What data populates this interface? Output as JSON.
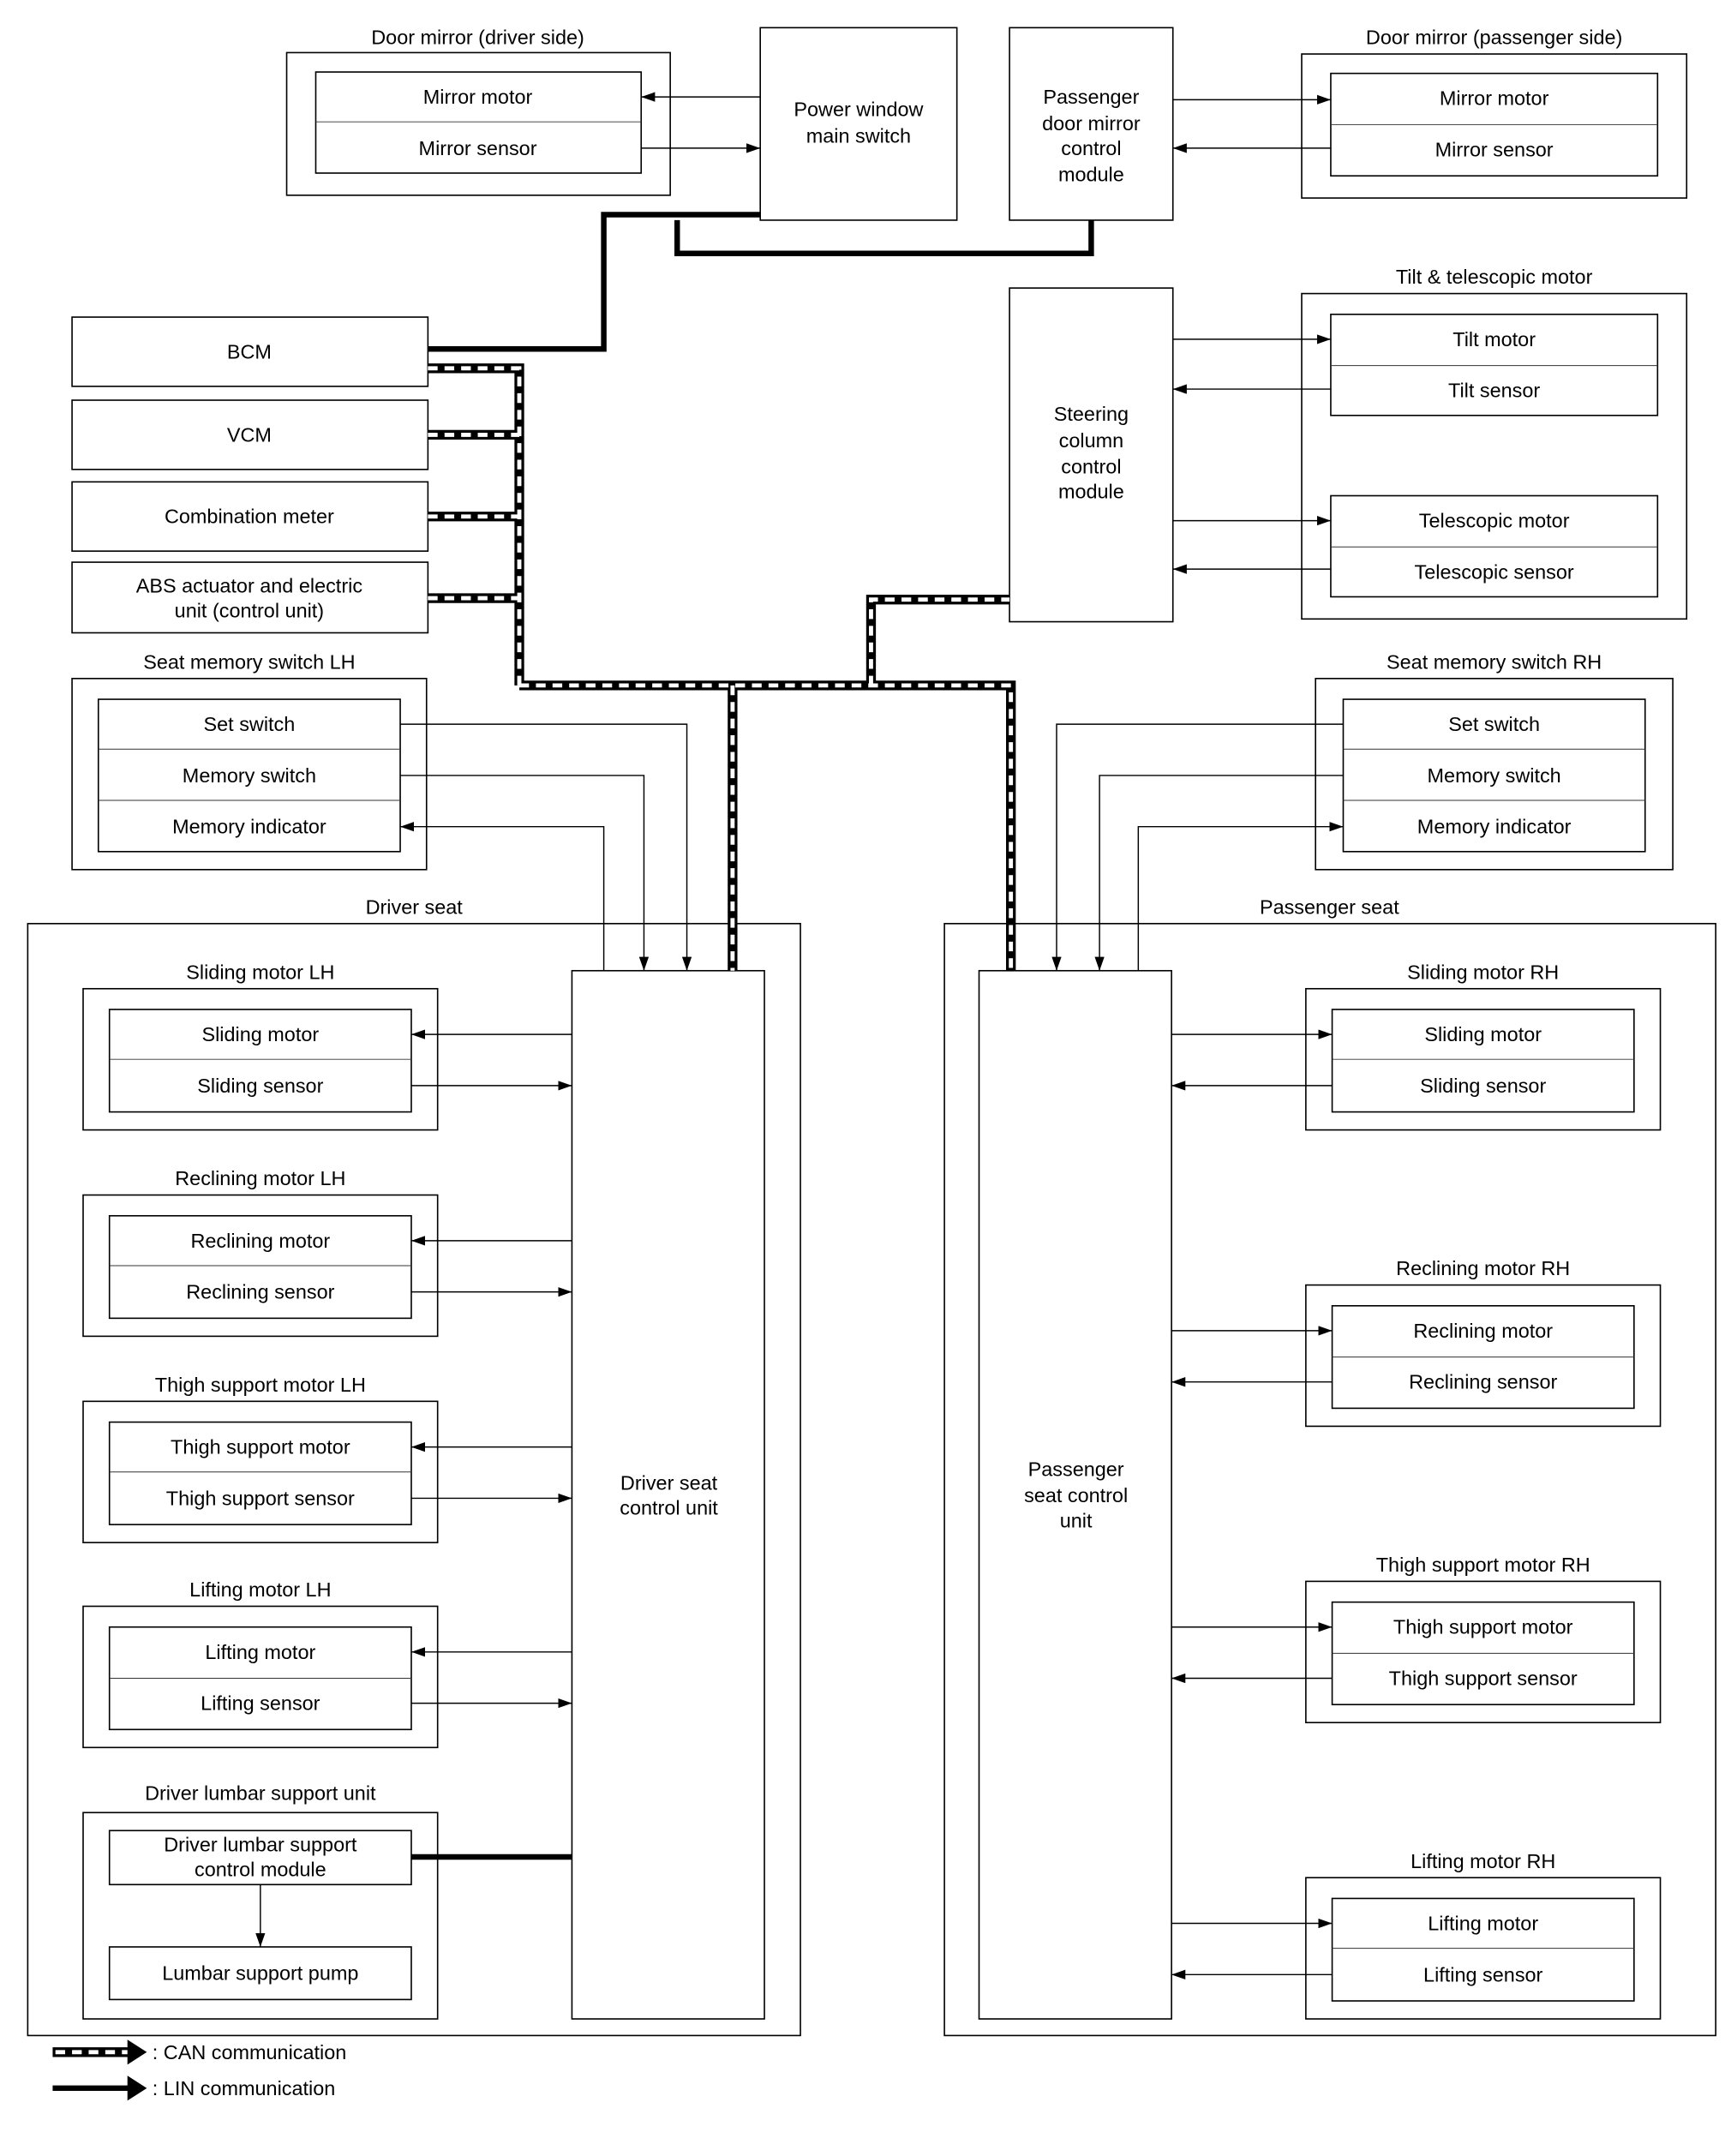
{
  "door_mirror_driver": {
    "title": "Door mirror (driver side)",
    "motor": "Mirror motor",
    "sensor": "Mirror sensor"
  },
  "power_window_switch": {
    "lines": [
      "Power window",
      "main switch"
    ]
  },
  "passenger_door_mirror_module": {
    "lines": [
      "Passenger",
      "door mirror",
      "control",
      "module"
    ]
  },
  "door_mirror_passenger": {
    "title": "Door mirror (passenger side)",
    "motor": "Mirror motor",
    "sensor": "Mirror sensor"
  },
  "control_units": {
    "bcm": "BCM",
    "vcm": "VCM",
    "combination_meter": "Combination meter",
    "abs_lines": [
      "ABS actuator and electric",
      "unit (control unit)"
    ]
  },
  "steering_column_module": {
    "lines": [
      "Steering",
      "column",
      "control",
      "module"
    ]
  },
  "tilt_telescopic_motor": {
    "title": "Tilt & telescopic motor",
    "tilt_motor": "Tilt motor",
    "tilt_sensor": "Tilt sensor",
    "telescopic_motor": "Telescopic motor",
    "telescopic_sensor": "Telescopic sensor"
  },
  "seat_memory_switch_lh": {
    "title": "Seat memory switch LH",
    "set_switch": "Set switch",
    "memory_switch": "Memory switch",
    "memory_indicator": "Memory indicator"
  },
  "seat_memory_switch_rh": {
    "title": "Seat memory switch RH",
    "set_switch": "Set switch",
    "memory_switch": "Memory switch",
    "memory_indicator": "Memory indicator"
  },
  "driver_seat": {
    "title": "Driver seat",
    "control_unit_lines": [
      "Driver seat",
      "control unit"
    ],
    "sliding": {
      "title": "Sliding motor LH",
      "motor": "Sliding motor",
      "sensor": "Sliding sensor"
    },
    "reclining": {
      "title": "Reclining motor LH",
      "motor": "Reclining motor",
      "sensor": "Reclining sensor"
    },
    "thigh_support": {
      "title": "Thigh support motor LH",
      "motor": "Thigh support motor",
      "sensor": "Thigh support sensor"
    },
    "lifting": {
      "title": "Lifting motor LH",
      "motor": "Lifting motor",
      "sensor": "Lifting sensor"
    },
    "lumbar": {
      "title": "Driver lumbar support unit",
      "module_lines": [
        "Driver lumbar support",
        "control module"
      ],
      "pump": "Lumbar support pump"
    }
  },
  "passenger_seat": {
    "title": "Passenger seat",
    "control_unit_lines": [
      "Passenger",
      "seat control",
      "unit"
    ],
    "sliding": {
      "title": "Sliding motor RH",
      "motor": "Sliding motor",
      "sensor": "Sliding sensor"
    },
    "reclining": {
      "title": "Reclining motor RH",
      "motor": "Reclining motor",
      "sensor": "Reclining sensor"
    },
    "thigh_support": {
      "title": "Thigh support motor RH",
      "motor": "Thigh support motor",
      "sensor": "Thigh support sensor"
    },
    "lifting": {
      "title": "Lifting motor RH",
      "motor": "Lifting motor",
      "sensor": "Lifting sensor"
    }
  },
  "legend": {
    "can": ": CAN communication",
    "lin": ": LIN communication"
  }
}
